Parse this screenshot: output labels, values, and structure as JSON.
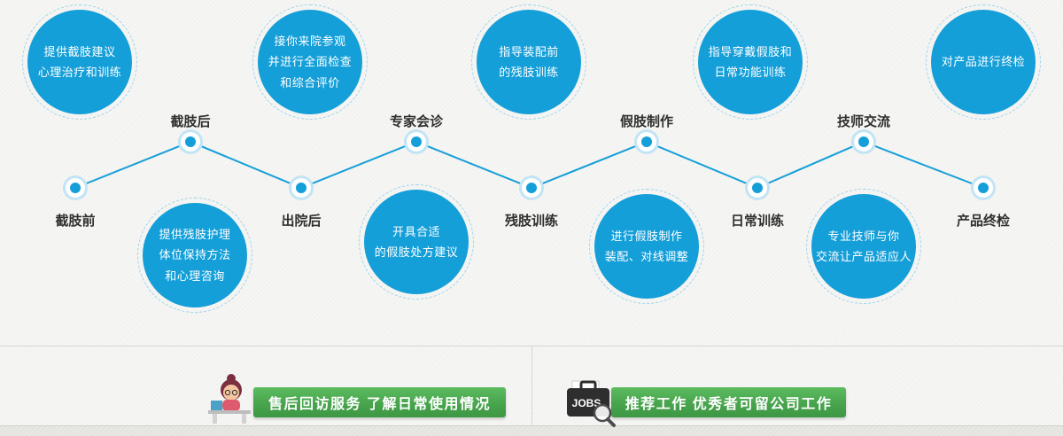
{
  "colors": {
    "accent_blue": "#149fd9",
    "banner_green": "#48a44d",
    "background": "#f5f5f3"
  },
  "timeline": {
    "nodes": [
      {
        "label": "截肢前"
      },
      {
        "label": "截肢后"
      },
      {
        "label": "出院后"
      },
      {
        "label": "专家会诊"
      },
      {
        "label": "残肢训练"
      },
      {
        "label": "假肢制作"
      },
      {
        "label": "日常训练"
      },
      {
        "label": "技师交流"
      },
      {
        "label": "产品终检"
      }
    ],
    "bubbles_top": [
      {
        "text": "提供截肢建议\n心理治疗和训练"
      },
      {
        "text": "接你来院参观\n并进行全面检查\n和综合评价"
      },
      {
        "text": "指导装配前\n的残肢训练"
      },
      {
        "text": "指导穿戴假肢和\n日常功能训练"
      },
      {
        "text": "对产品进行终检"
      }
    ],
    "bubbles_bottom": [
      {
        "text": "提供残肢护理\n体位保持方法\n和心理咨询"
      },
      {
        "text": "开具合适\n的假肢处方建议"
      },
      {
        "text": "进行假肢制作\n装配、对线调整"
      },
      {
        "text": "专业技师与你\n交流让产品适应人"
      }
    ]
  },
  "footer": {
    "left_banner_label": "售后回访服务 了解日常使用情况",
    "right_banner_label": "推荐工作 优秀者可留公司工作",
    "jobs_icon_label": "JOBS"
  }
}
